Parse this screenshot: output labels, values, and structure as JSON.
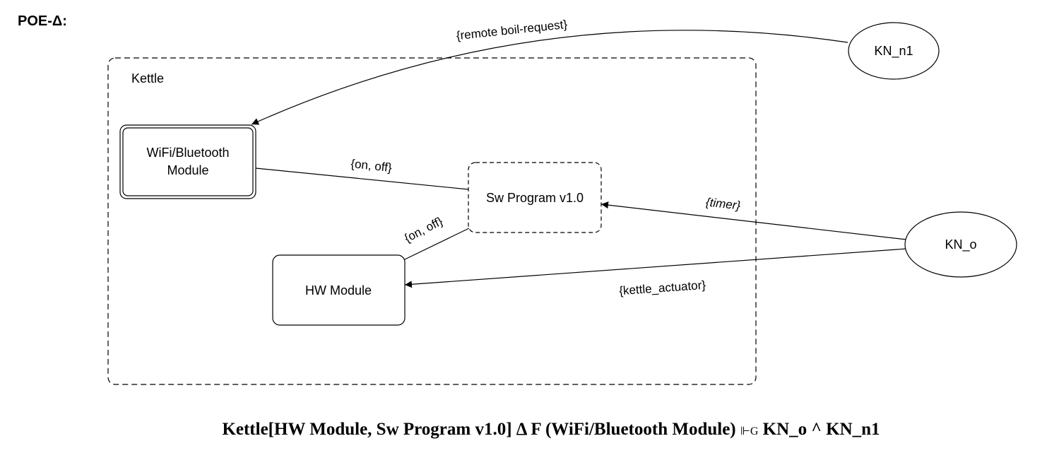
{
  "title": "POE-Δ:",
  "nodes": {
    "container": "Kettle",
    "wifi_module": [
      "WiFi/Bluetooth",
      "Module"
    ],
    "sw_program": "Sw Program v1.0",
    "hw_module": "HW Module",
    "kn_n1": "KN_n1",
    "kn_o": "KN_o"
  },
  "edges": {
    "remote": "{remote boil-request}",
    "wifi_sw": "{on, off}",
    "sw_hw": "{on, off}",
    "timer": "{timer}",
    "actuator": "{kettle_actuator}"
  },
  "formula": {
    "left": "Kettle[HW Module, Sw Program v1.0] Δ F (WiFi/Bluetooth Module)",
    "turnstile": "⊩G",
    "right": "KN_o ^ KN_n1"
  }
}
